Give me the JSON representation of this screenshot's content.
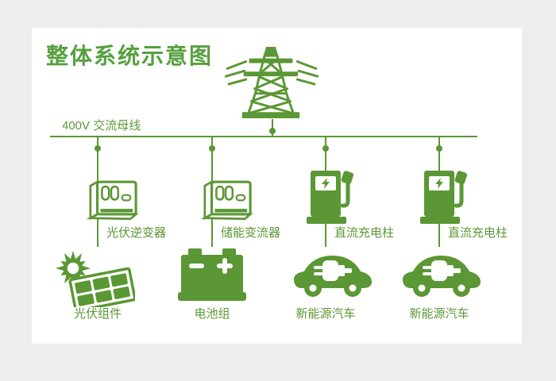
{
  "title": "整体系统示意图",
  "colors": {
    "green": "#5b9734",
    "title_green": "#55a03e",
    "background": "#ededed",
    "card": "#ffffff"
  },
  "bus": {
    "label": "400V 交流母线"
  },
  "grid_source": {
    "icon": "transmission-tower-icon"
  },
  "columns": [
    {
      "device_label": "光伏逆变器",
      "device_icon": "inverter-icon",
      "bottom_label": "光伏组件",
      "bottom_icon": "solar-panel-icon"
    },
    {
      "device_label": "储能变流器",
      "device_icon": "inverter-icon",
      "bottom_label": "电池组",
      "bottom_icon": "battery-icon"
    },
    {
      "device_label": "直流充电柱",
      "device_icon": "charging-pile-icon",
      "bottom_label": "新能源汽车",
      "bottom_icon": "ev-car-icon"
    },
    {
      "device_label": "直流充电柱",
      "device_icon": "charging-pile-icon",
      "bottom_label": "新能源汽车",
      "bottom_icon": "ev-car-icon"
    }
  ]
}
